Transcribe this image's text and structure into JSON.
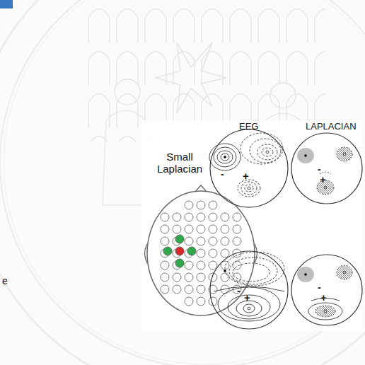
{
  "diagram": {
    "labels": [
      "Small Laplacian",
      "EEG",
      "LAPLACIAN",
      "-",
      "+",
      "-",
      "+",
      "-",
      "+",
      "-",
      "+",
      "e"
    ]
  }
}
